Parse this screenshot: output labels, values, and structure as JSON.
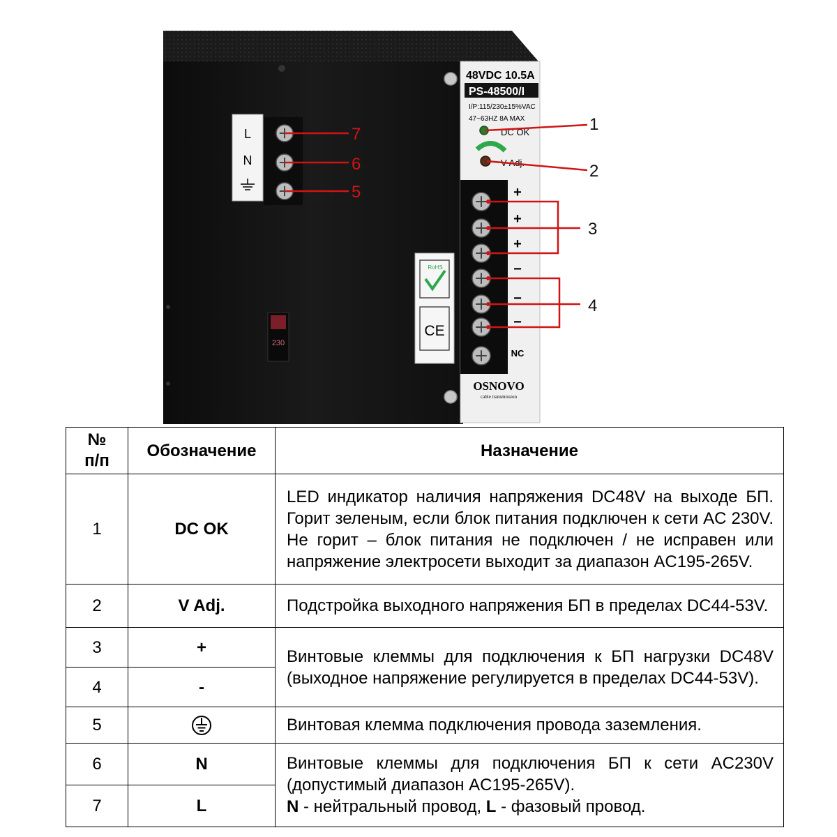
{
  "device": {
    "rating": "48VDC 10.5A",
    "model": "PS-48500/I",
    "input_spec_line1": "I/P:115/230±15%VAC",
    "input_spec_line2": "47~63HZ  8A  MAX",
    "led_label": "DC OK",
    "adj_label": "V Adj.",
    "ac_terminals": [
      "L",
      "N",
      "⏚"
    ],
    "dc_terminal_signs": [
      "+",
      "+",
      "+",
      "−",
      "−",
      "−",
      "NC"
    ],
    "voltage_switch": "230",
    "brand": "OSNOVO",
    "brand_tagline": "cable transmission",
    "rohs": "RoHS",
    "ce": "CE",
    "callouts": {
      "c1": "1",
      "c2": "2",
      "c3": "3",
      "c4": "4",
      "c5": "5",
      "c6": "6",
      "c7": "7"
    },
    "colors": {
      "callout_line": "#d01414",
      "case": "#141414",
      "label_plate": "#f0f0f0"
    }
  },
  "table": {
    "headers": {
      "num": "№ п/п",
      "label": "Обозначение",
      "desc": "Назначение"
    },
    "rows": [
      {
        "num": "1",
        "label": "DC OK",
        "desc": "LED индикатор наличия напряжения DC48V на выходе БП. Горит зеленым, если блок питания подключен к сети AC 230V. Не горит – блок питания не подключен / не исправен или напряжение электросети выходит за диапазон AC195-265V."
      },
      {
        "num": "2",
        "label": "V Adj.",
        "desc": "Подстройка выходного напряжения БП в пределах DC44-53V."
      },
      {
        "num": "3",
        "label": "+"
      },
      {
        "num": "4",
        "label": "-"
      },
      {
        "num": "5",
        "label_icon": "ground-icon",
        "desc": "Винтовая клемма подключения провода заземления."
      },
      {
        "num": "6",
        "label": "N"
      },
      {
        "num": "7",
        "label": "L"
      }
    ],
    "merged_desc_3_4": "Винтовые клеммы для подключения к БП нагрузки DC48V (выходное напряжение регулируется в пределах DC44-53V).",
    "merged_desc_6_7_line1": "Винтовые клеммы для подключения БП к сети AC230V (допустимый диапазон AC195-265V).",
    "merged_desc_6_7_line2": {
      "n_bold": "N",
      "n_text": " - нейтральный провод, ",
      "l_bold": "L",
      "l_text": " - фазовый провод."
    }
  }
}
